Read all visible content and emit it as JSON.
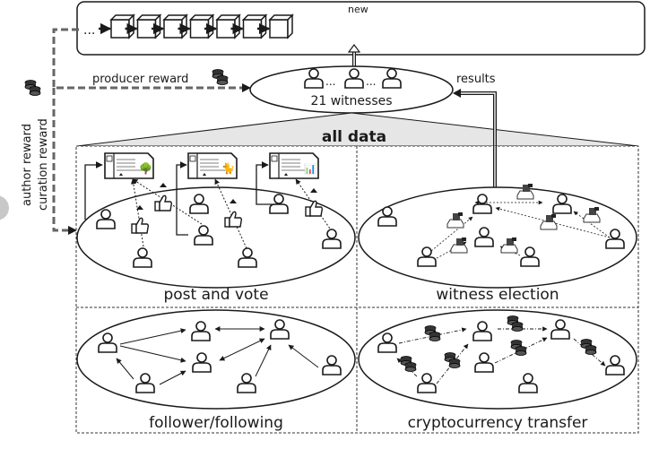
{
  "blockchain": {
    "ellipsis": "...",
    "new_label": "new",
    "block_count": 7
  },
  "witnesses": {
    "label": "21 witnesses",
    "dots": "..."
  },
  "arrows": {
    "producer_reward": "producer reward",
    "results": "results",
    "author_reward": "author reward",
    "curation_reward": "curation reward"
  },
  "all_data": {
    "label": "all data"
  },
  "panels": {
    "post_vote": {
      "label": "post and vote"
    },
    "witness_election": {
      "label": "witness election"
    },
    "follower": {
      "label": "follower/following"
    },
    "transfer": {
      "label": "cryptocurrency transfer"
    }
  },
  "colors": {
    "stroke": "#1a1a1a",
    "banner": "#e6e6e6",
    "dash": "#555555",
    "side_circle": "#c8c8c8"
  }
}
